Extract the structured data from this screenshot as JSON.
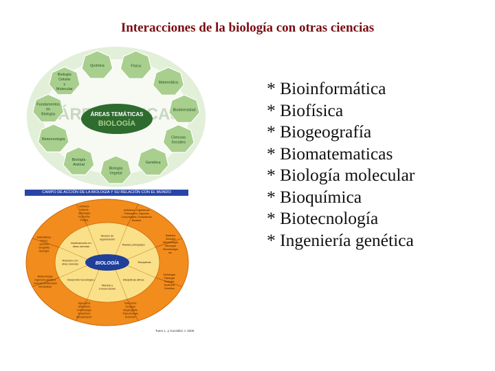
{
  "slide": {
    "title": "Interacciones de la biología con otras ciencias",
    "bullet_prefix": "* ",
    "items": [
      "Bioinformática",
      "Biofísica",
      "Biogeografía",
      "Biomatematicas",
      "Biología molecular",
      "Bioquímica",
      "Biotecnología",
      "Ingeniería genética"
    ]
  },
  "diagram_top": {
    "center_title": "ÁREAS TEMÁTICAS",
    "center_subtitle": "BIOLOGÍA",
    "watermark_left": "ÁREAS",
    "watermark_right": "ICAS",
    "nodes": [
      "Química",
      "Física",
      "Matemática",
      "Biodiversidad",
      "Ciencias Sociales",
      "Genética",
      "Biología Vegetal",
      "Biología Animal",
      "Biotecnología",
      "Fundamentos en Biología",
      "Biología Celular y Molecular"
    ]
  },
  "diagram_bottom": {
    "banner": "CAMPO DE ACCIÓN DE LA BIOLOGÍA Y SU RELACIÓN CON EL MUNDO",
    "center": "BIOLOGÍA",
    "credit": "Tuero L. y González J. 2005",
    "outer_top": [
      "Botánica",
      "Historia",
      "Sociología",
      "Economía",
      "Política"
    ],
    "outer_top_right": [
      "Individuos, Organismos",
      "Poblaciones, Especies",
      "Comunidades, Ecosistemas",
      "Biosfera"
    ],
    "outer_right": [
      "Botánica",
      "Zoología",
      "Microbiología",
      "Micología",
      "Microbiología",
      "etc."
    ],
    "outer_right_low": [
      "Morfología",
      "Fisiología",
      "Ecología",
      "Anatomía",
      "Genética"
    ],
    "outer_left": [
      "Matemáticas",
      "Física",
      "Química",
      "Geografía",
      "Geología"
    ],
    "outer_left_low": [
      "Biotecnología",
      "Ingeniería genética",
      "Ciencias ambientales",
      "Biomédicas"
    ],
    "outer_bottom": [
      "Agronomía",
      "Silvicultura",
      "Entomología",
      "Acuicultura",
      "Recuperación"
    ],
    "outer_bottom_right": [
      "Taxonomía",
      "Ecología",
      "Biogeografía",
      "Paleontología",
      "Evolución"
    ],
    "inner": [
      "Implicaciones en otras ciencias",
      "Niveles de organización",
      "Ramas principales",
      "Disciplinas",
      "Disciplinas afines",
      "Manejo y Conservación",
      "Desarrollo tecnológico",
      "Relación con otras ciencias"
    ]
  },
  "colors": {
    "title": "#7a0c10",
    "green_dark": "#2e6b2e",
    "green_light": "#a9cf8e",
    "orange": "#f28c1c",
    "yellow": "#fbe08a",
    "banner_blue": "#2745a8"
  }
}
